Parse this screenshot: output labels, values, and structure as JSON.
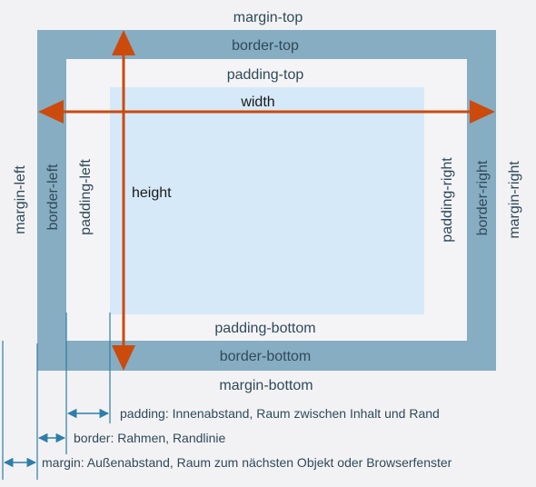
{
  "box_model": {
    "margin_top": "margin-top",
    "border_top": "border-top",
    "padding_top": "padding-top",
    "width": "width",
    "height": "height",
    "padding_bottom": "padding-bottom",
    "border_bottom": "border-bottom",
    "margin_bottom": "margin-bottom",
    "margin_left": "margin-left",
    "border_left": "border-left",
    "padding_left": "padding-left",
    "padding_right": "padding-right",
    "border_right": "border-right",
    "margin_right": "margin-right"
  },
  "legend": {
    "padding": "padding: Innenabstand, Raum zwischen Inhalt und Rand",
    "border": "border: Rahmen, Randlinie",
    "margin": "margin: Außenabstand, Raum zum nächsten Objekt oder Browserfenster"
  },
  "colors": {
    "border_band": "#87adc2",
    "padding_area": "#f4f4f6",
    "content_area": "#d6e9f8",
    "arrow": "#cc4a0c",
    "legend_arrow": "#2d7ea8",
    "text": "#2f4a5a"
  }
}
